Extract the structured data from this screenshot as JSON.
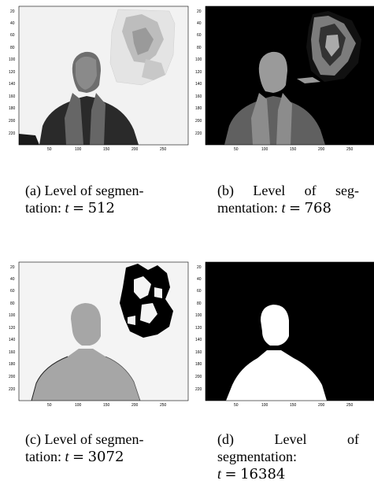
{
  "figure": {
    "panels": [
      {
        "id": "a",
        "label": "(a)",
        "caption_line1": "Level of segmen-",
        "caption_line2": "tation:",
        "variable": "t",
        "equals": "=",
        "value": "512",
        "image_description_class": "light-background-dark-person",
        "x_ticks": [
          "50",
          "100",
          "150",
          "200",
          "250"
        ],
        "y_ticks": [
          "20",
          "40",
          "60",
          "80",
          "100",
          "120",
          "140",
          "160",
          "180",
          "200",
          "220"
        ]
      },
      {
        "id": "b",
        "label": "(b)",
        "caption_line1_words": [
          "Level",
          "of",
          "seg-"
        ],
        "caption_line2": "mentation:",
        "variable": "t",
        "equals": "=",
        "value": "768",
        "image_description_class": "dark-background-gray-person",
        "x_ticks": [
          "50",
          "100",
          "150",
          "200",
          "250"
        ],
        "y_ticks": [
          "20",
          "40",
          "60",
          "80",
          "100",
          "120",
          "140",
          "160",
          "180",
          "200",
          "220"
        ]
      },
      {
        "id": "c",
        "label": "(c)",
        "caption_line1": "Level of segmen-",
        "caption_line2": "tation:",
        "variable": "t",
        "equals": "=",
        "value": "3072",
        "image_description_class": "white-background-gray-person",
        "x_ticks": [
          "50",
          "100",
          "150",
          "200",
          "250"
        ],
        "y_ticks": [
          "20",
          "40",
          "60",
          "80",
          "100",
          "120",
          "140",
          "160",
          "180",
          "200",
          "220"
        ]
      },
      {
        "id": "d",
        "label": "(d)",
        "caption_line1_words": [
          "Level",
          "of"
        ],
        "caption_line2": "segmentation:",
        "variable": "t",
        "equals": "=",
        "value": "16384",
        "image_description_class": "black-background-white-person",
        "x_ticks": [
          "50",
          "100",
          "150",
          "200",
          "250"
        ],
        "y_ticks": [
          "20",
          "40",
          "60",
          "80",
          "100",
          "120",
          "140",
          "160",
          "180",
          "200",
          "220"
        ]
      }
    ],
    "colors": {
      "white": "#ffffff",
      "light_gray": "#efefef",
      "mid_gray": "#7a7a7a",
      "dark": "#202020",
      "black": "#000000",
      "panel_c_person": "#a6a6a6"
    }
  }
}
